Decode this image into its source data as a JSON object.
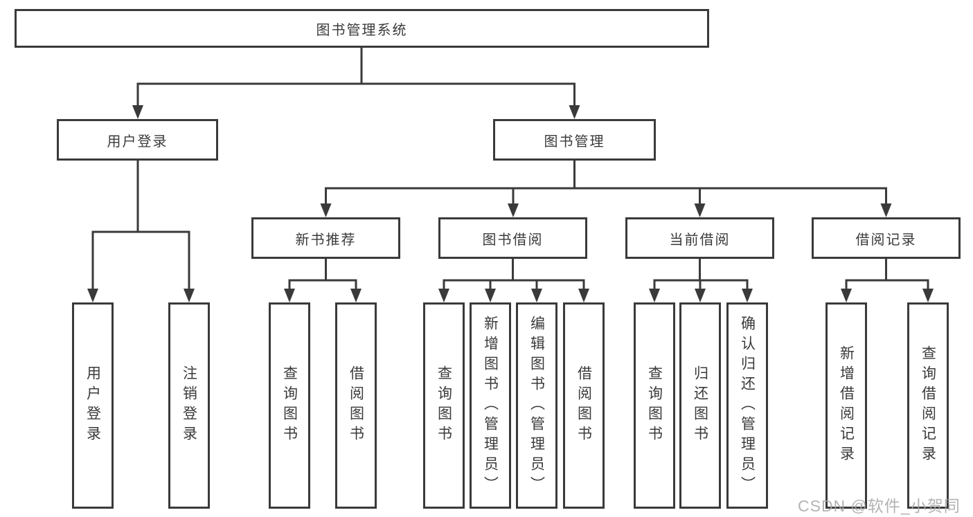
{
  "tree": {
    "root": {
      "label": "图书管理系统"
    },
    "branches": [
      {
        "label": "用户登录",
        "children": [
          {
            "label": "用户登录"
          },
          {
            "label": "注销登录"
          }
        ]
      },
      {
        "label": "图书管理",
        "sections": [
          {
            "label": "新书推荐",
            "children": [
              {
                "label": "查询图书"
              },
              {
                "label": "借阅图书"
              }
            ]
          },
          {
            "label": "图书借阅",
            "children": [
              {
                "label": "查询图书"
              },
              {
                "label": "新增图书（管理员）"
              },
              {
                "label": "编辑图书（管理员）"
              },
              {
                "label": "借阅图书"
              }
            ]
          },
          {
            "label": "当前借阅",
            "children": [
              {
                "label": "查询图书"
              },
              {
                "label": "归还图书"
              },
              {
                "label": "确认归还（管理员）"
              }
            ]
          },
          {
            "label": "借阅记录",
            "children": [
              {
                "label": "新增借阅记录"
              },
              {
                "label": "查询借阅记录"
              }
            ]
          }
        ]
      }
    ]
  },
  "watermark": {
    "text": "CSDN @软件_小贺同学"
  },
  "colors": {
    "line": "#3a3a3a",
    "text": "#3a3a3a",
    "box_fill": "#ffffff",
    "background": "#ffffff",
    "watermark": "#a6a6a6"
  }
}
